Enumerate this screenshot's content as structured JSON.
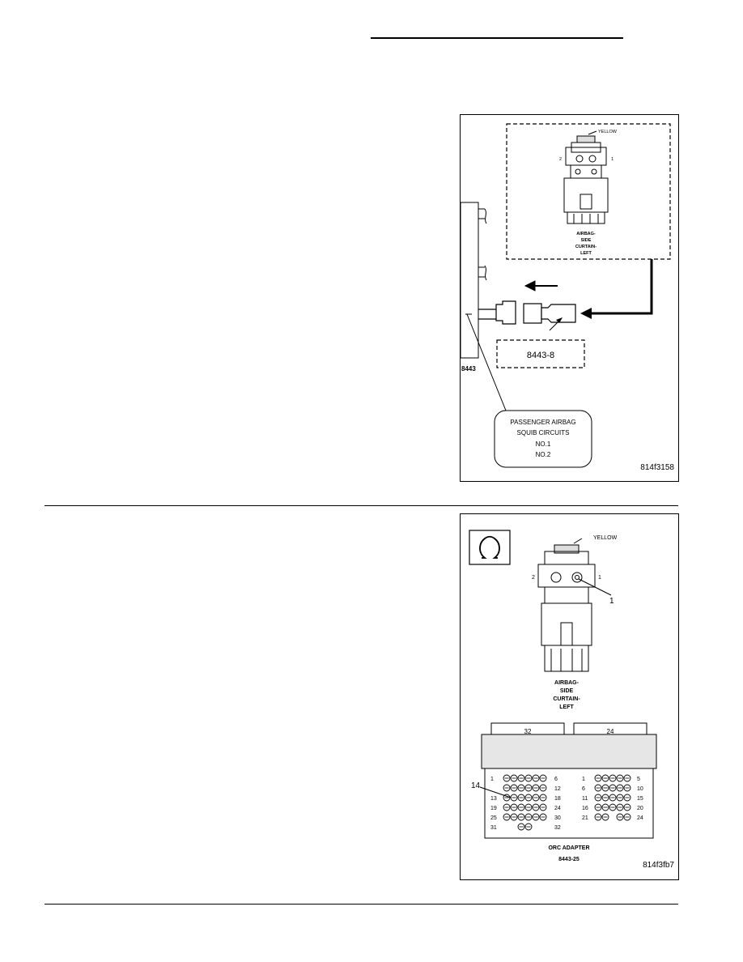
{
  "figure1": {
    "connector_color_label": "YELLOW",
    "pin_left": "2",
    "pin_right": "1",
    "connector_name_lines": [
      "AIRBAG-",
      "SIDE",
      "CURTAIN-",
      "LEFT"
    ],
    "load_tool_label": "8443-8",
    "tool_label": "8443",
    "callout_lines": [
      "PASSENGER AIRBAG",
      "SQUIB CIRCUITS",
      "NO.1",
      "NO.2"
    ],
    "figure_id": "814f3158"
  },
  "figure2": {
    "connector_color_label": "YELLOW",
    "pin_left": "2",
    "pin_right": "1",
    "callout_1": "1",
    "connector_name_lines": [
      "AIRBAG-",
      "SIDE",
      "CURTAIN-",
      "LEFT"
    ],
    "adapter_tab_left": "32",
    "adapter_tab_right": "24",
    "left_block_rows": [
      {
        "start": "1",
        "end": "6"
      },
      {
        "start": "",
        "end": "12"
      },
      {
        "start": "13",
        "end": "18"
      },
      {
        "start": "19",
        "end": "24"
      },
      {
        "start": "25",
        "end": "30"
      },
      {
        "start": "31",
        "end": "32"
      }
    ],
    "right_block_rows": [
      {
        "start": "1",
        "end": "5"
      },
      {
        "start": "6",
        "end": "10"
      },
      {
        "start": "11",
        "end": "15"
      },
      {
        "start": "16",
        "end": "20"
      },
      {
        "start": "21",
        "end": "24"
      }
    ],
    "callout_14": "14",
    "adapter_name": "ORC ADAPTER",
    "adapter_part": "8443-25",
    "figure_id": "814f3fb7"
  }
}
